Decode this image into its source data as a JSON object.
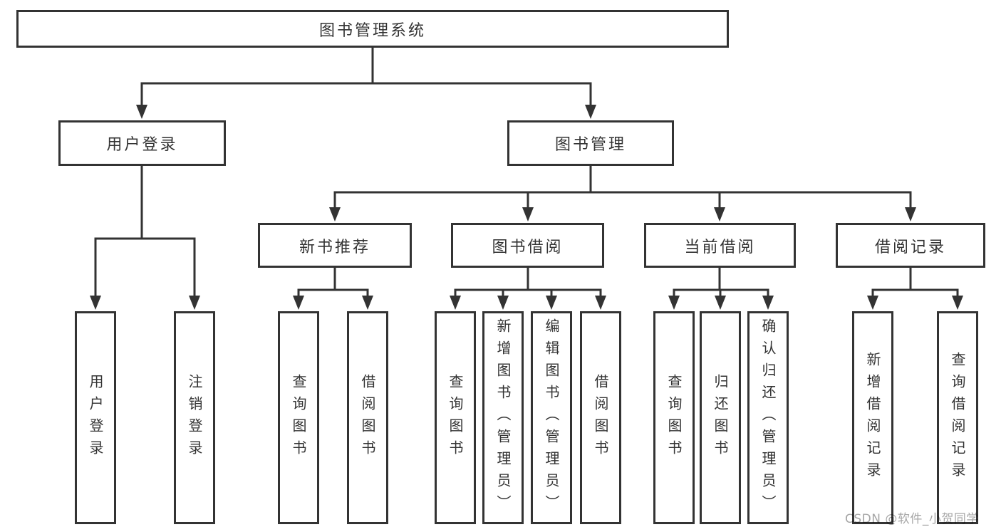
{
  "diagram": {
    "root": {
      "label": "图书管理系统"
    },
    "level2": [
      {
        "id": "user-login",
        "label": "用户登录"
      },
      {
        "id": "book-management",
        "label": "图书管理"
      }
    ],
    "level3": [
      {
        "id": "new-book-recommend",
        "label": "新书推荐",
        "parent": "图书管理"
      },
      {
        "id": "book-borrowing",
        "label": "图书借阅",
        "parent": "图书管理"
      },
      {
        "id": "current-borrowing",
        "label": "当前借阅",
        "parent": "图书管理"
      },
      {
        "id": "borrowing-records",
        "label": "借阅记录",
        "parent": "图书管理"
      }
    ],
    "leaves": [
      {
        "id": "user-login-action",
        "label": "用户登录",
        "parent": "用户登录"
      },
      {
        "id": "logout-action",
        "label": "注销登录",
        "parent": "用户登录"
      },
      {
        "id": "query-books-nb",
        "label": "查询图书",
        "parent": "新书推荐"
      },
      {
        "id": "borrow-books-nb",
        "label": "借阅图书",
        "parent": "新书推荐"
      },
      {
        "id": "query-books-bb",
        "label": "查询图书",
        "parent": "图书借阅"
      },
      {
        "id": "add-books-admin",
        "label": "新增图书（管理员）",
        "parent": "图书借阅"
      },
      {
        "id": "edit-books-admin",
        "label": "编辑图书（管理员）",
        "parent": "图书借阅"
      },
      {
        "id": "borrow-books-bb",
        "label": "借阅图书",
        "parent": "图书借阅"
      },
      {
        "id": "query-books-cb",
        "label": "查询图书",
        "parent": "当前借阅"
      },
      {
        "id": "return-books",
        "label": "归还图书",
        "parent": "当前借阅"
      },
      {
        "id": "confirm-return-admin",
        "label": "确认归还（管理员）",
        "parent": "当前借阅"
      },
      {
        "id": "add-borrow-record",
        "label": "新增借阅记录",
        "parent": "借阅记录"
      },
      {
        "id": "query-borrow-record",
        "label": "查询借阅记录",
        "parent": "借阅记录"
      }
    ]
  },
  "watermark": "CSDN @软件_小贺同学",
  "colors": {
    "line": "#333333",
    "text": "#333333",
    "watermark": "#a6a6a6",
    "background": "#ffffff"
  }
}
